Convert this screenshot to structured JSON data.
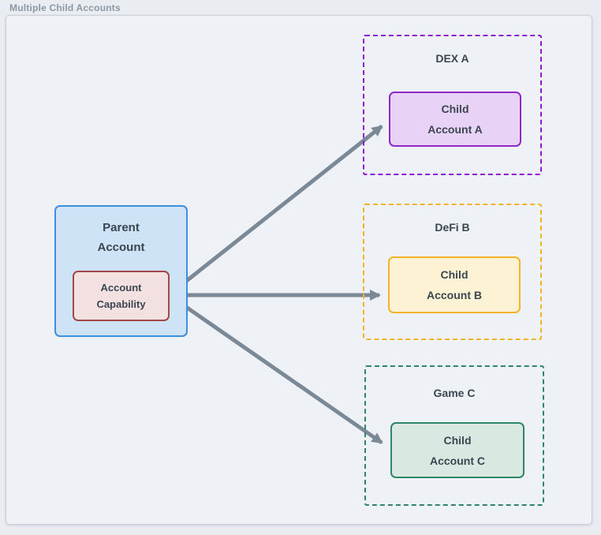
{
  "title": "Multiple Child Accounts",
  "parent": {
    "line1": "Parent",
    "line2": "Account",
    "capability": {
      "line1": "Account",
      "line2": "Capability"
    }
  },
  "groups": [
    {
      "label": "DEX A",
      "child": {
        "line1": "Child",
        "line2": "Account A"
      }
    },
    {
      "label": "DeFi B",
      "child": {
        "line1": "Child",
        "line2": "Account B"
      }
    },
    {
      "label": "Game C",
      "child": {
        "line1": "Child",
        "line2": "Account C"
      }
    }
  ],
  "colors": {
    "canvas_background": "#e9edf1",
    "frame_background": "#eef2f6",
    "frame_border": "#c7ced8",
    "title_text": "#8d97a3",
    "node_text": "#3b4650",
    "arrow": "#7b8896",
    "parent_fill": "#cfe3f7",
    "parent_border": "#3e8ee0",
    "capability_fill": "#f3e1e1",
    "capability_border": "#a14748",
    "dex_dash_border": "#8c16d2",
    "child_a_fill": "#e8d3f7",
    "child_a_border": "#9027c9",
    "defi_dash_border": "#f2b32a",
    "child_b_fill": "#fdf3d4",
    "child_b_border": "#f2b32a",
    "game_dash_border": "#2d8767",
    "child_c_fill": "#d9e8e1",
    "child_c_border": "#2d8767"
  }
}
